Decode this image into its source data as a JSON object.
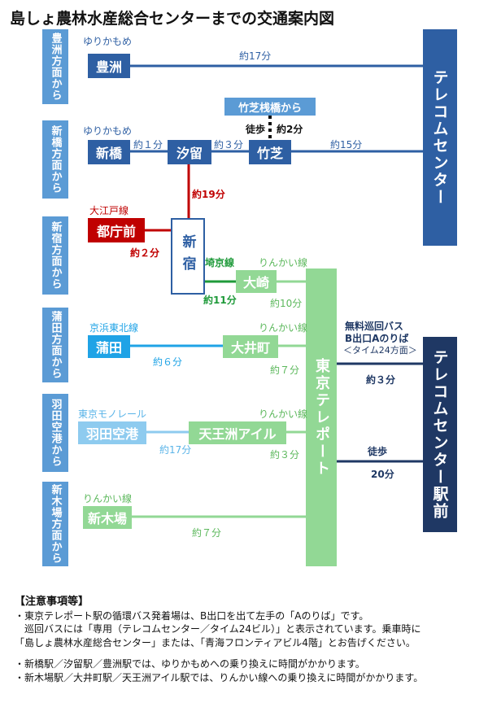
{
  "title": "島しょ農林水産総合センターまでの交通案内図",
  "directions": {
    "toyosu": "豊洲方面から",
    "shimbashi": "新橋方面から",
    "shinjuku": "新宿方面から",
    "kamata": "蒲田方面から",
    "haneda": "羽田空港から",
    "shinkiba": "新木場方面から"
  },
  "stations": {
    "toyosu": "豊洲",
    "shimbashi": "新橋",
    "shiodome": "汐留",
    "takeshiba": "竹芝",
    "tochomae": "都庁前",
    "shinjuku": "新宿",
    "osaki": "大崎",
    "kamata": "蒲田",
    "oimachi": "大井町",
    "haneda": "羽田空港",
    "tennozu": "天王洲アイル",
    "shinkiba": "新木場",
    "teleport": "東京テレポート",
    "telecom_center": "テレコムセンター",
    "telecom_station": "テレコムセンター駅前",
    "takeshiba_pier": "竹芝桟橋から"
  },
  "lines": {
    "yurikamome1": "ゆりかもめ",
    "yurikamome2": "ゆりかもめ",
    "oedo": "大江戸線",
    "saikyo": "埼京線",
    "rinkai1": "りんかい線",
    "rinkai2": "りんかい線",
    "rinkai3": "りんかい線",
    "rinkai4": "りんかい線",
    "keihin": "京浜東北線",
    "monorail": "東京モノレール"
  },
  "times": {
    "toyosu_telecom": "約17分",
    "shimbashi_shiodome": "約１分",
    "shiodome_takeshiba": "約３分",
    "takeshiba_telecom": "約15分",
    "walk_label": "徒歩",
    "walk_takeshiba": "約2分",
    "shiodome_shinjuku": "約19分",
    "tochomae_shinjuku": "約２分",
    "shinjuku_osaki": "約11分",
    "osaki_teleport": "約10分",
    "kamata_oimachi": "約６分",
    "oimachi_teleport": "約７分",
    "haneda_tennozu": "約17分",
    "tennozu_teleport": "約３分",
    "shinkiba_teleport": "約７分",
    "bus_time": "約３分",
    "walk2_label": "徒歩",
    "walk2_time": "20分"
  },
  "bus": {
    "line1": "無料巡回バス",
    "line2": "B出口Aのりば",
    "line3": "＜タイム24方面＞"
  },
  "notes": {
    "heading": "【注意事項等】",
    "l1": "・東京テレポート駅の循環バス発着場は、B出口を出て左手の「Aのりば」です。",
    "l2": "　巡回バスには「専用（テレコムセンター／タイム24ビル）」と表示されています。乗車時に",
    "l3": "「島しょ農林水産総合センター」または、「青海フロンティアビル4階」とお告げください。",
    "l4": "・新橋駅／汐留駅／豊洲駅では、ゆりかもめへの乗り換えに時間がかかります。",
    "l5": "・新木場駅／大井町駅／天王洲アイル駅では、りんかい線への乗り換えに時間がかかります。"
  },
  "colors": {
    "direction_box": "#5b9bd5",
    "yurikamome": "#2e5fa3",
    "telecom": "#2e5fa3",
    "oedo": "#c00000",
    "saikyo": "#1f9a3a",
    "rinkai": "#92d895",
    "keihin": "#1fa3e6",
    "monorail": "#8ecbef",
    "dark_navy": "#1f3864",
    "text_blue": "#2e5fa3"
  }
}
